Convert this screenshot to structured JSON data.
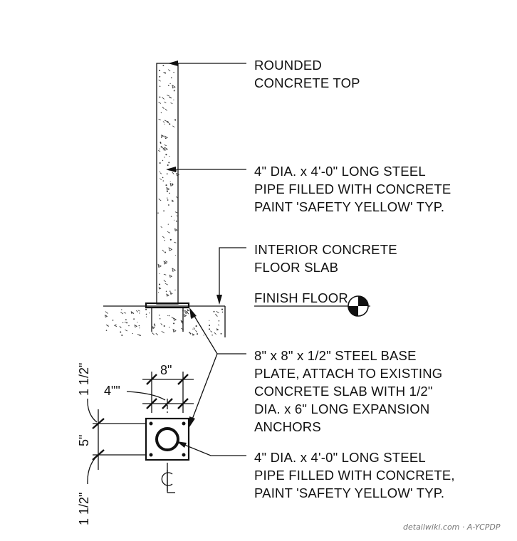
{
  "notes": {
    "rounded_top": [
      "ROUNDED",
      "CONCRETE TOP"
    ],
    "pipe_elevation": [
      "4\" DIA. x 4'-0\" LONG STEEL",
      "PIPE FILLED WITH CONCRETE",
      "PAINT 'SAFETY YELLOW' TYP."
    ],
    "slab": [
      "INTERIOR CONCRETE",
      "FLOOR SLAB"
    ],
    "finish_floor": "FINISH FLOOR",
    "base_plate": [
      "8\" x 8\" x 1/2\" STEEL BASE",
      "PLATE, ATTACH TO EXISTING",
      "CONCRETE SLAB WITH 1/2\"",
      "DIA. x 6\" LONG EXPANSION",
      "ANCHORS"
    ],
    "pipe_plan": [
      "4\" DIA. x 4'-0\" LONG STEEL",
      "PIPE FILLED WITH CONCRETE,",
      "PAINT 'SAFETY YELLOW' TYP."
    ]
  },
  "dimensions": {
    "plate_width": "8\"",
    "pipe_dia": "4\"\"",
    "edge_top": "1 1/2\"",
    "spacing": "5\"",
    "edge_bottom": "1 1/2\"",
    "centerline": "CL"
  },
  "watermark": "detailwiki.com · A-YCPDP"
}
